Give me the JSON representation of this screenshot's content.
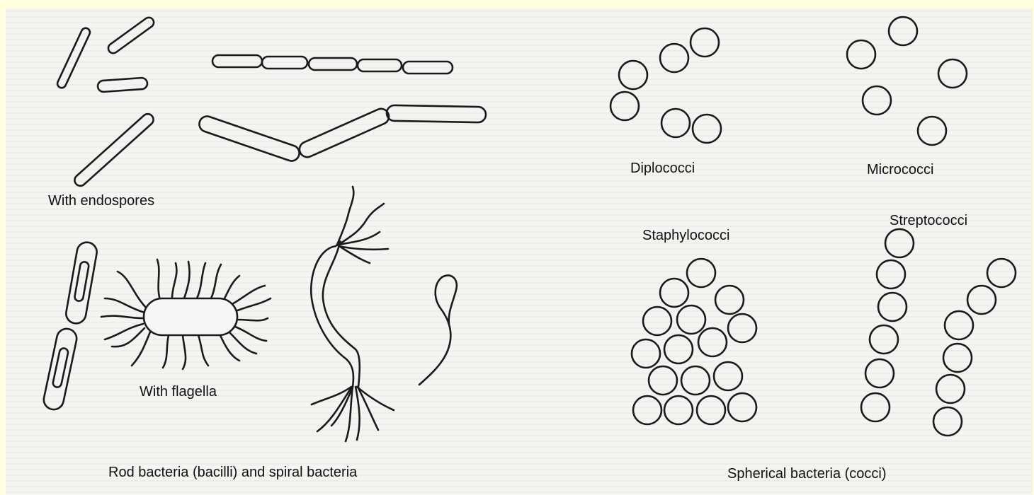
{
  "labels": {
    "endospores": "With endospores",
    "flagella": "With flagella",
    "rod_spiral": "Rod bacteria (bacilli) and spiral bacteria",
    "diplococci": "Diplococci",
    "micrococci": "Micrococci",
    "staphylococci": "Staphylococci",
    "streptococci": "Streptococci",
    "spherical": "Spherical bacteria (cocci)"
  },
  "colors": {
    "frame": "#ffffdd",
    "paper": "#f4f4f2",
    "ink": "#1a1a1a"
  }
}
